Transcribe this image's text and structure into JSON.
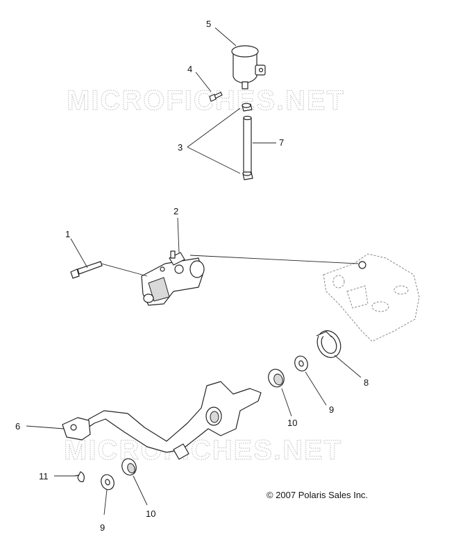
{
  "watermark": "MICROFICHES.NET",
  "copyright": "© 2007 Polaris Sales Inc.",
  "callouts": {
    "c1": "1",
    "c2": "2",
    "c3": "3",
    "c4": "4",
    "c5": "5",
    "c6": "6",
    "c7": "7",
    "c8": "8",
    "c9a": "9",
    "c9b": "9",
    "c10a": "10",
    "c10b": "10",
    "c11": "11"
  }
}
